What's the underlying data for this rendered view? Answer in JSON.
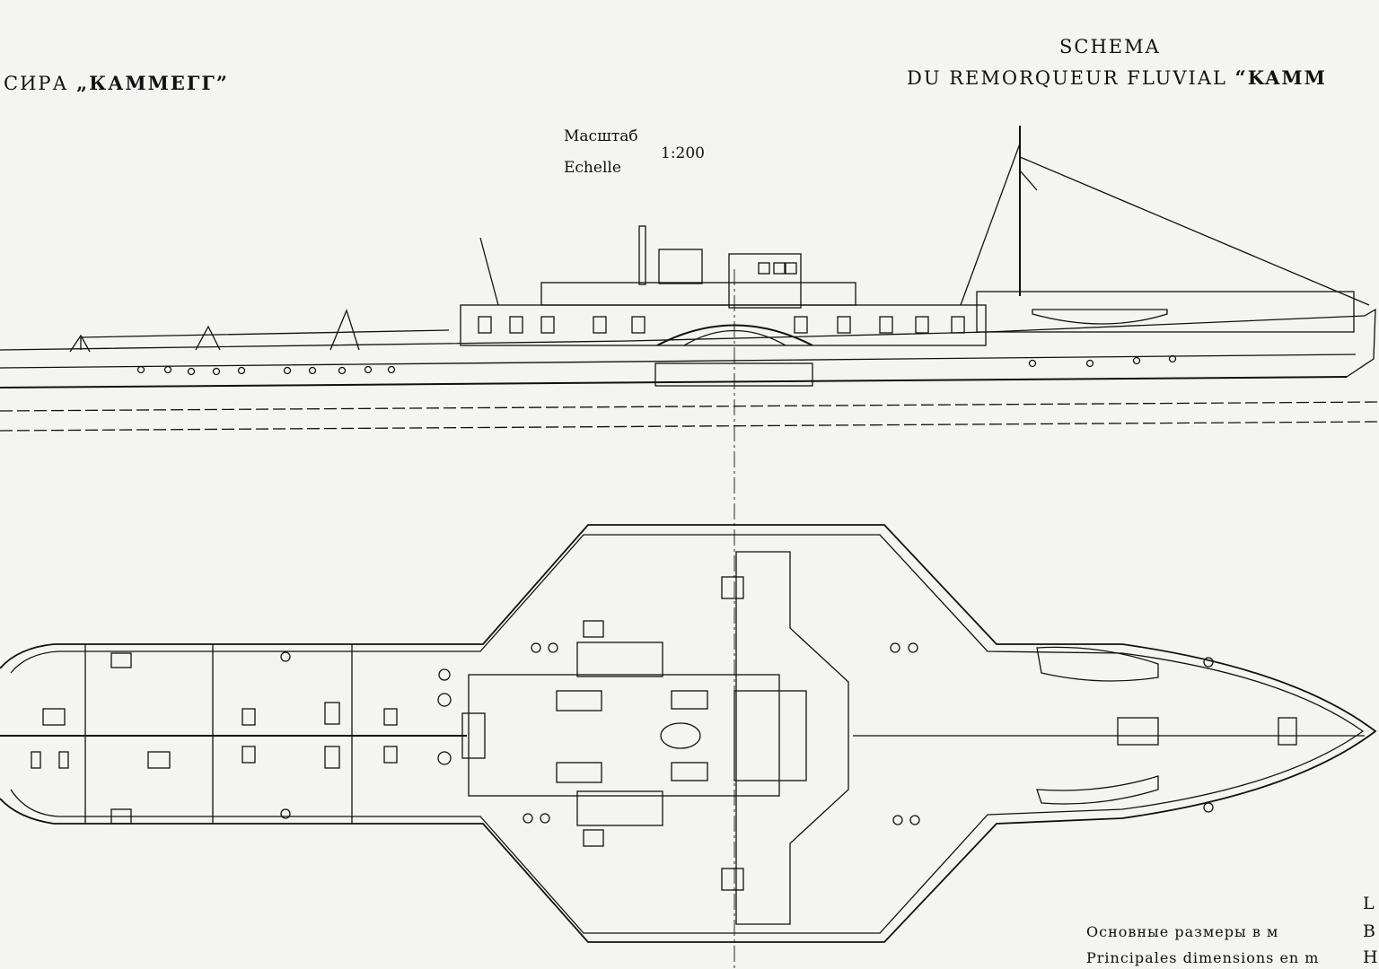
{
  "title": {
    "russian_prefix": "СИРА ",
    "russian_name": "„КАММЕГГ”",
    "french_line1": "SCHEMA",
    "french_line2_prefix": "DU REMORQUEUR FLUVIAL ",
    "french_name": "“KAMM"
  },
  "scale": {
    "label_ru": "Масштаб",
    "label_fr": "Echelle",
    "value": "1:200"
  },
  "dimensions": {
    "label_ru": "Основные размеры в м",
    "label_fr": "Principales dimensions en m",
    "keys": [
      "L",
      "B",
      "H"
    ]
  }
}
